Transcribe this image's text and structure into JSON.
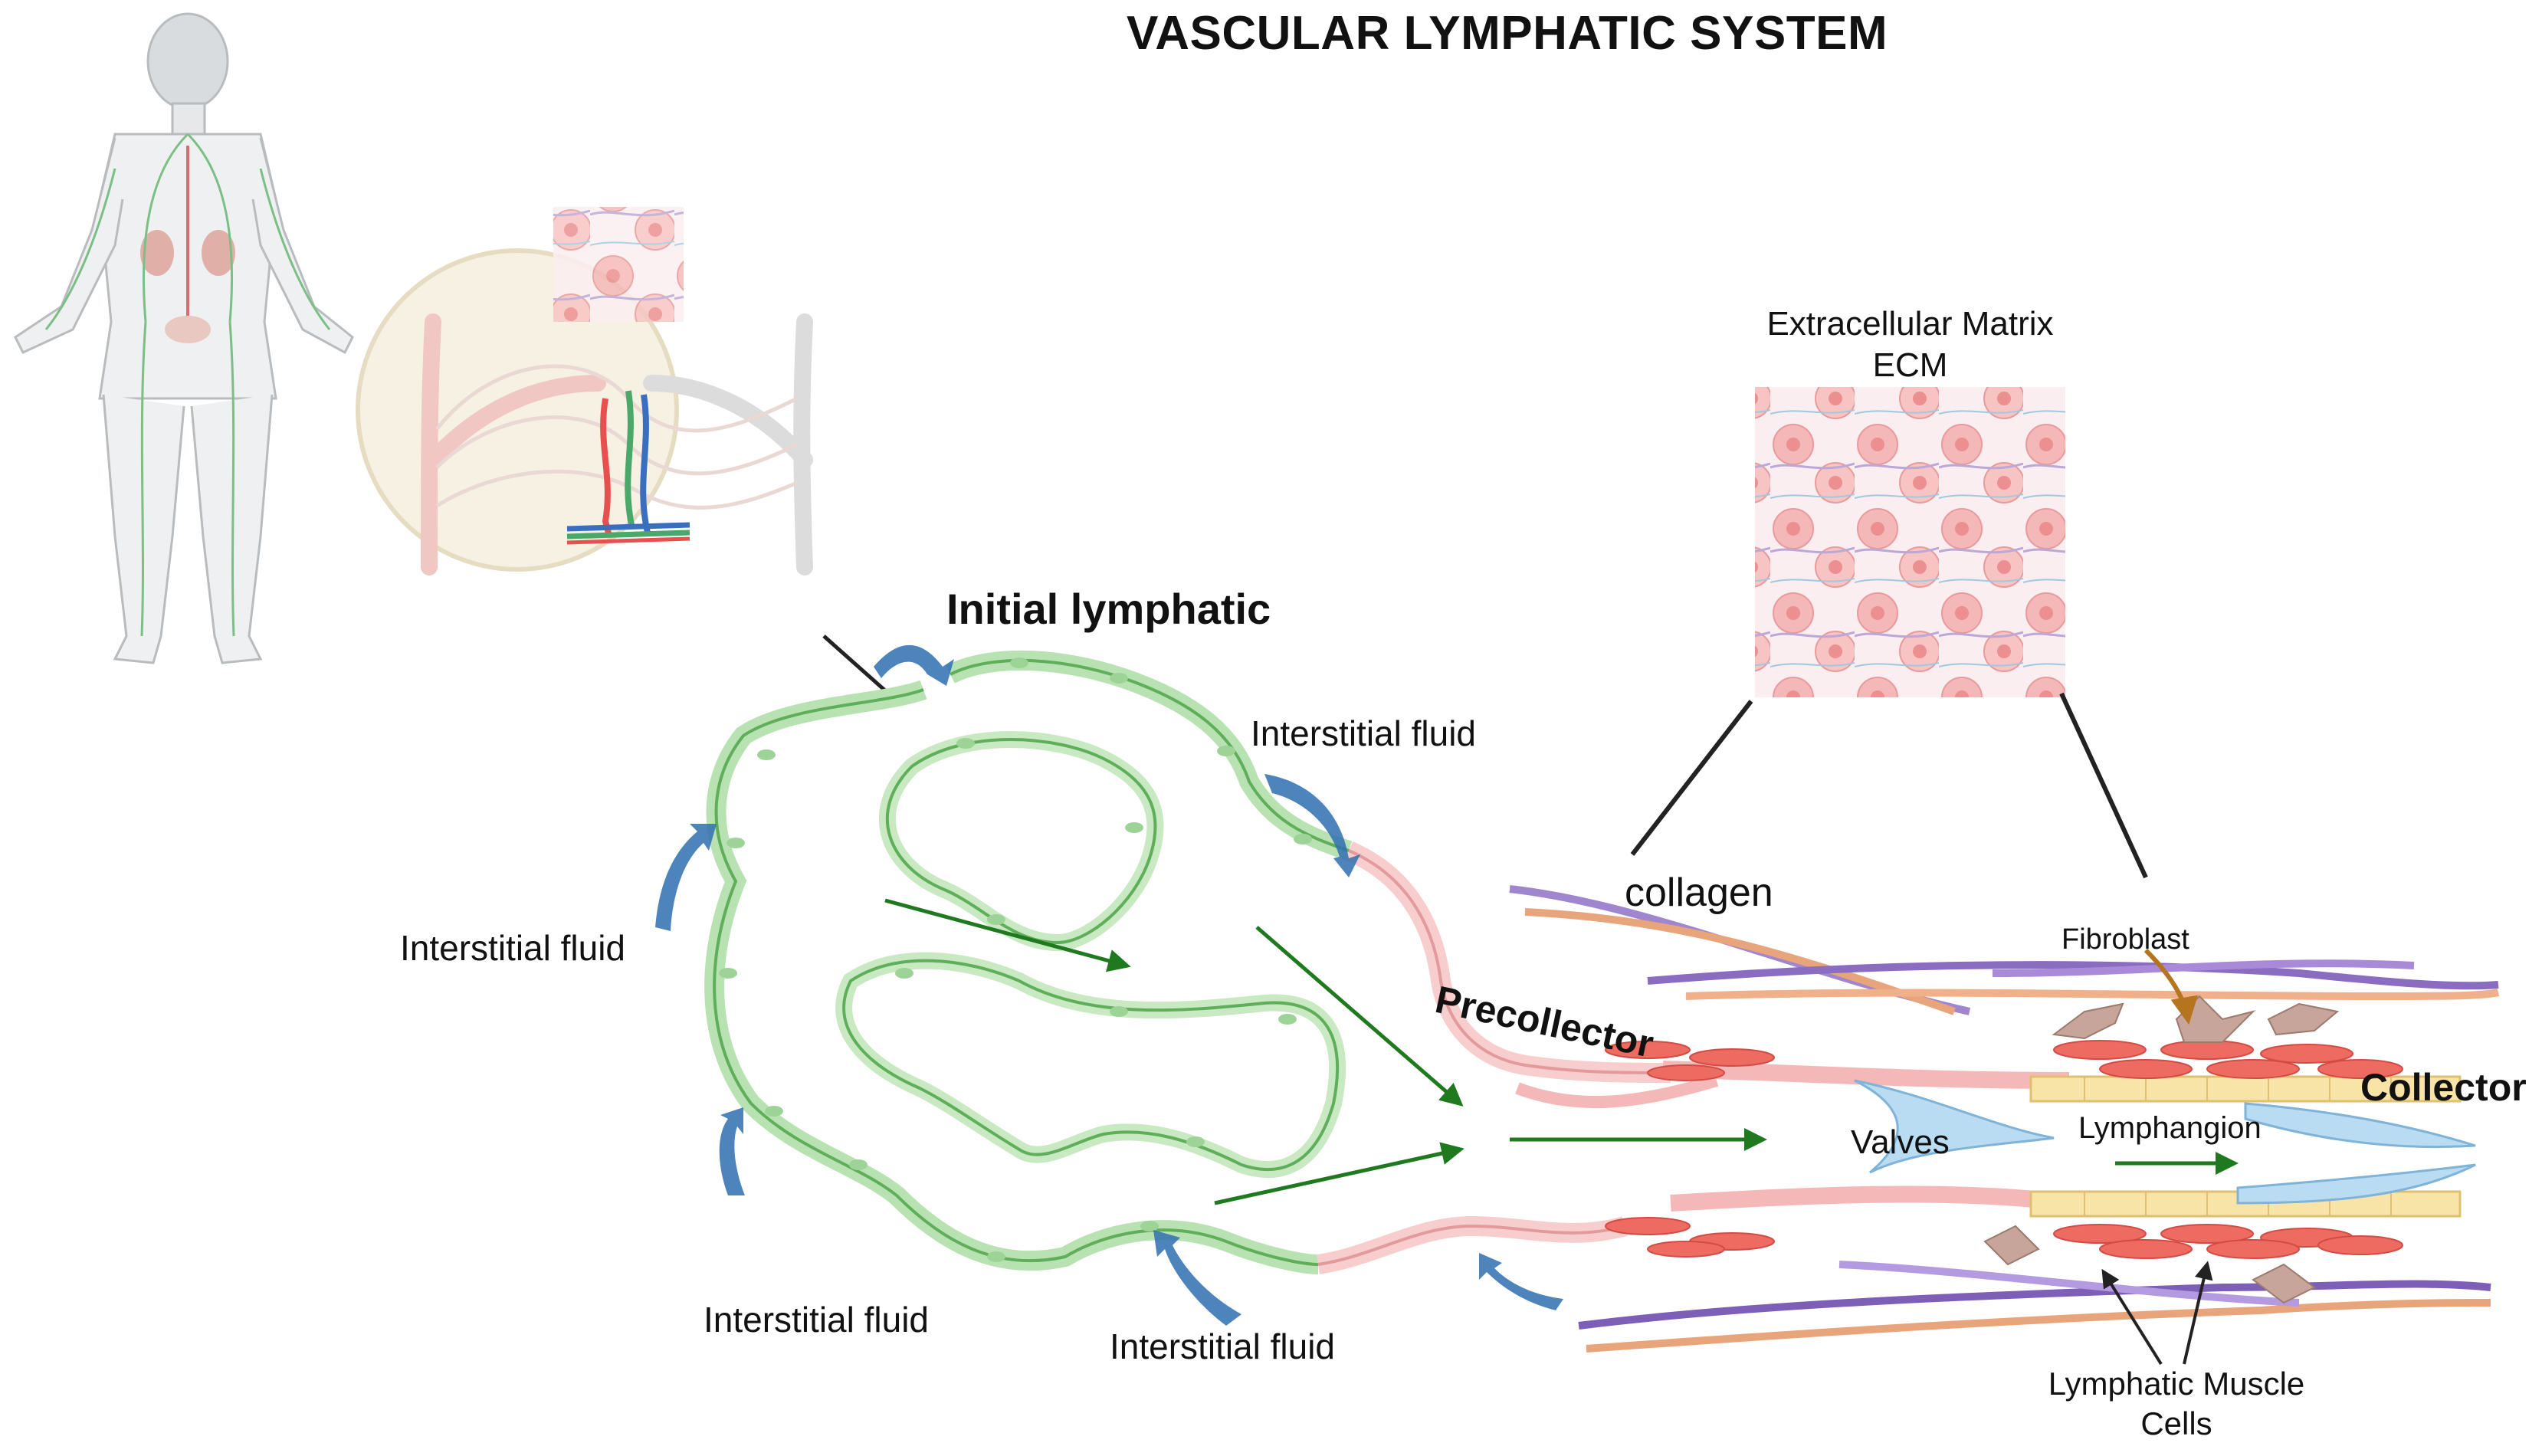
{
  "title": "VASCULAR LYMPHATIC SYSTEM",
  "labels": {
    "initial_lymphatic": "Initial lymphatic",
    "precollector": "Precollector",
    "collector": "Collector",
    "ecm_line1": "Extracellular Matrix",
    "ecm_line2": "ECM",
    "collagen": "collagen",
    "fibroblast": "Fibroblast",
    "valves": "Valves",
    "lymphangion": "Lymphangion",
    "muscle_line1": "Lymphatic Muscle",
    "muscle_line2": "Cells",
    "fluid_right_top": "Interstitial fluid",
    "fluid_left": "Interstitial fluid",
    "fluid_bottom_left": "Interstitial fluid",
    "fluid_bottom_mid": "Interstitial fluid"
  },
  "colors": {
    "lymphatic_green": "#9fd89a",
    "lymphatic_green_dark": "#5fae5a",
    "precollector_pink": "#f4aeb0",
    "muscle_red": "#e8625a",
    "valve_blue": "#9cc8e6",
    "fluid_arrow_blue": "#2f6fb0",
    "flow_arrow_green": "#1f7a1f",
    "fibroblast_arrow": "#b5751e",
    "collagen_purple": "#8a6cc0",
    "collagen_orange": "#e8a47a",
    "body_outline": "#b8bcbf"
  },
  "icons": [
    "human-body-icon",
    "capillary-bed-icon",
    "ecm-tissue-icon",
    "fibroblast-cell-icon",
    "lymphatic-muscle-cell-icon",
    "valve-icon"
  ]
}
